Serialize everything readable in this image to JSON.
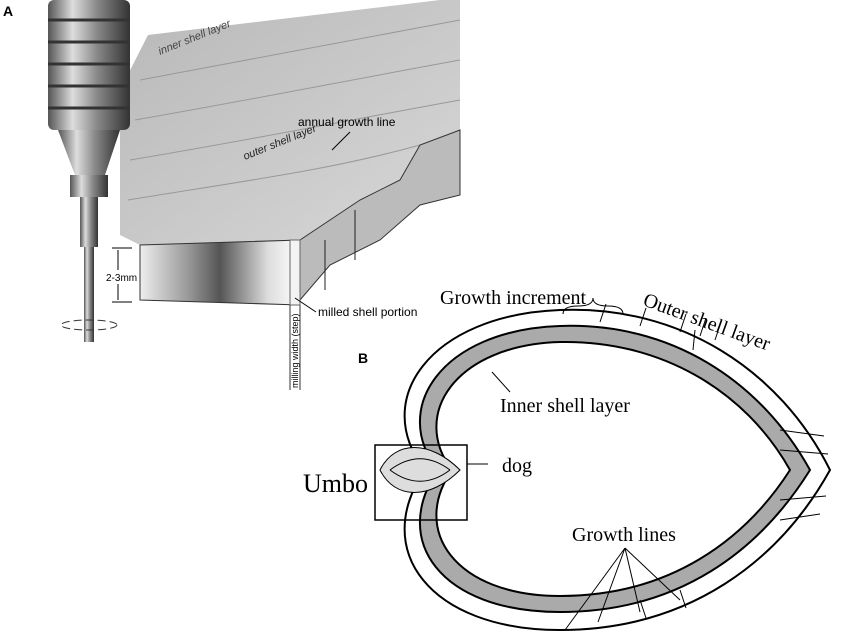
{
  "panel_a": {
    "label": "A",
    "inner_shell_layer": "inner shell layer",
    "outer_shell_layer": "outer shell layer",
    "annual_growth_line": "annual growth line",
    "depth": "2-3mm",
    "milled_shell_portion": "milled shell portion",
    "milling_width": "milling width (step)"
  },
  "panel_b": {
    "label": "B",
    "growth_increment": "Growth increment",
    "outer_shell_layer": "Outer shell layer",
    "inner_shell_layer": "Inner shell layer",
    "umbo": "Umbo",
    "dog": "dog",
    "growth_lines": "Growth lines"
  }
}
